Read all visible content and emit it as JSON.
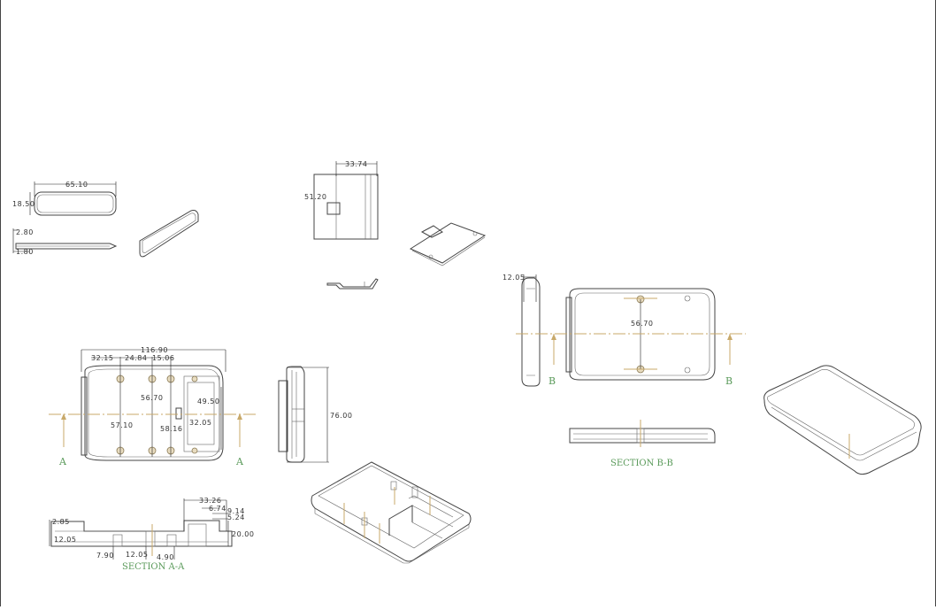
{
  "drawing": {
    "lid_top": {
      "width": "65.10",
      "height": "18.50"
    },
    "lid_side": {
      "thickness_a": "2.80",
      "thickness_b": "1.80"
    },
    "battery_door_top": {
      "width": "33.74",
      "height": "51.20"
    },
    "plan_view": {
      "overall": "116.90",
      "d1": "32.15",
      "d2": "24.84",
      "d3": "15.06",
      "boss_spacing": "56.70",
      "opening_h": "49.50",
      "opening_w": "32.05",
      "d4": "57.10",
      "d5": "58.16",
      "section_mark": "A"
    },
    "side_view": {
      "length": "76.00"
    },
    "section_a": {
      "title": "SECTION A-A",
      "d1": "2.85",
      "d2": "12.05",
      "d3": "7.90",
      "d4": "12.05",
      "d5": "4.90",
      "d6": "33.26",
      "d7": "6.74",
      "d8": "9.14",
      "d9": "5.24",
      "d10": "20.00"
    },
    "bottom_view": {
      "wall": "12.05",
      "boss_spacing": "56.70",
      "section_mark": "B"
    },
    "section_b": {
      "title": "SECTION B-B"
    },
    "colors": {
      "line": "#444444",
      "centerline": "#c8a96a",
      "label": "#5a9a5a"
    }
  }
}
